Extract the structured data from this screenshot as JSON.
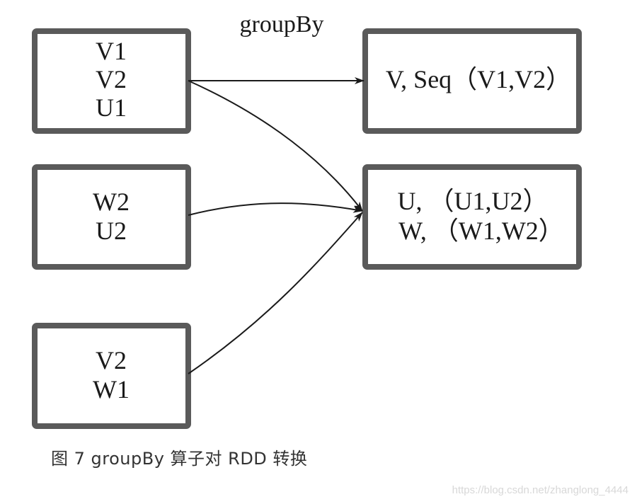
{
  "diagram": {
    "title": "groupBy",
    "input_partitions": [
      {
        "lines": [
          "V1",
          "V2",
          "U1"
        ]
      },
      {
        "lines": [
          "W2",
          "U2"
        ]
      },
      {
        "lines": [
          "V2",
          "W1"
        ]
      }
    ],
    "output_partitions": [
      {
        "lines": [
          "V, Seq（V1,V2）"
        ]
      },
      {
        "lines": [
          "U, （U1,U2）",
          "W, （W1,W2）"
        ]
      }
    ],
    "colors": {
      "box_border": "#5a5a5a",
      "arrow": "#1a1a1a",
      "text": "#1a1a1a"
    }
  },
  "caption": "图 7 groupBy 算子对 RDD 转换",
  "watermark": "https://blog.csdn.net/zhanglong_4444"
}
